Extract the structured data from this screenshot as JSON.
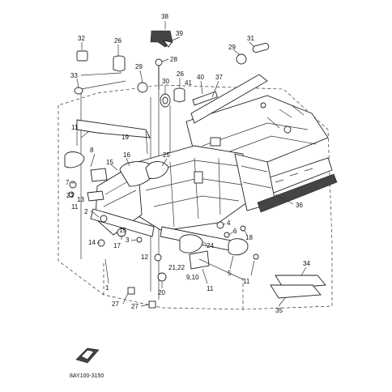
{
  "diagram": {
    "drawing_code": "8AY100-3150",
    "callouts": [
      {
        "id": "c38",
        "label": "38"
      },
      {
        "id": "c39",
        "label": "39"
      },
      {
        "id": "c32",
        "label": "32"
      },
      {
        "id": "c26a",
        "label": "26"
      },
      {
        "id": "c28",
        "label": "28"
      },
      {
        "id": "c31",
        "label": "31"
      },
      {
        "id": "c29a",
        "label": "29"
      },
      {
        "id": "c29b",
        "label": "29"
      },
      {
        "id": "c30",
        "label": "30"
      },
      {
        "id": "c26b",
        "label": "26"
      },
      {
        "id": "c40",
        "label": "40"
      },
      {
        "id": "c41",
        "label": "41"
      },
      {
        "id": "c37",
        "label": "37"
      },
      {
        "id": "c33",
        "label": "33"
      },
      {
        "id": "c19",
        "label": "19"
      },
      {
        "id": "c11a",
        "label": "11"
      },
      {
        "id": "c8",
        "label": "8"
      },
      {
        "id": "c16",
        "label": "16"
      },
      {
        "id": "c25",
        "label": "25"
      },
      {
        "id": "c15a",
        "label": "15"
      },
      {
        "id": "c7",
        "label": "7"
      },
      {
        "id": "c23",
        "label": "23"
      },
      {
        "id": "c13",
        "label": "13"
      },
      {
        "id": "c11b",
        "label": "11"
      },
      {
        "id": "c2",
        "label": "2"
      },
      {
        "id": "c36",
        "label": "36"
      },
      {
        "id": "c4",
        "label": "4"
      },
      {
        "id": "c6",
        "label": "6"
      },
      {
        "id": "c18",
        "label": "18"
      },
      {
        "id": "c15b",
        "label": "15"
      },
      {
        "id": "c14",
        "label": "14"
      },
      {
        "id": "c17",
        "label": "17"
      },
      {
        "id": "c3",
        "label": "3"
      },
      {
        "id": "c24",
        "label": "24"
      },
      {
        "id": "c12",
        "label": "12"
      },
      {
        "id": "c2122",
        "label": "21,22"
      },
      {
        "id": "c910",
        "label": "9,10"
      },
      {
        "id": "c5",
        "label": "5"
      },
      {
        "id": "c11c",
        "label": "11"
      },
      {
        "id": "c11d",
        "label": "11"
      },
      {
        "id": "c1",
        "label": "1"
      },
      {
        "id": "c20",
        "label": "20"
      },
      {
        "id": "c27a",
        "label": "27"
      },
      {
        "id": "c27b",
        "label": "27"
      },
      {
        "id": "c34",
        "label": "34"
      },
      {
        "id": "c35",
        "label": "35"
      }
    ]
  }
}
